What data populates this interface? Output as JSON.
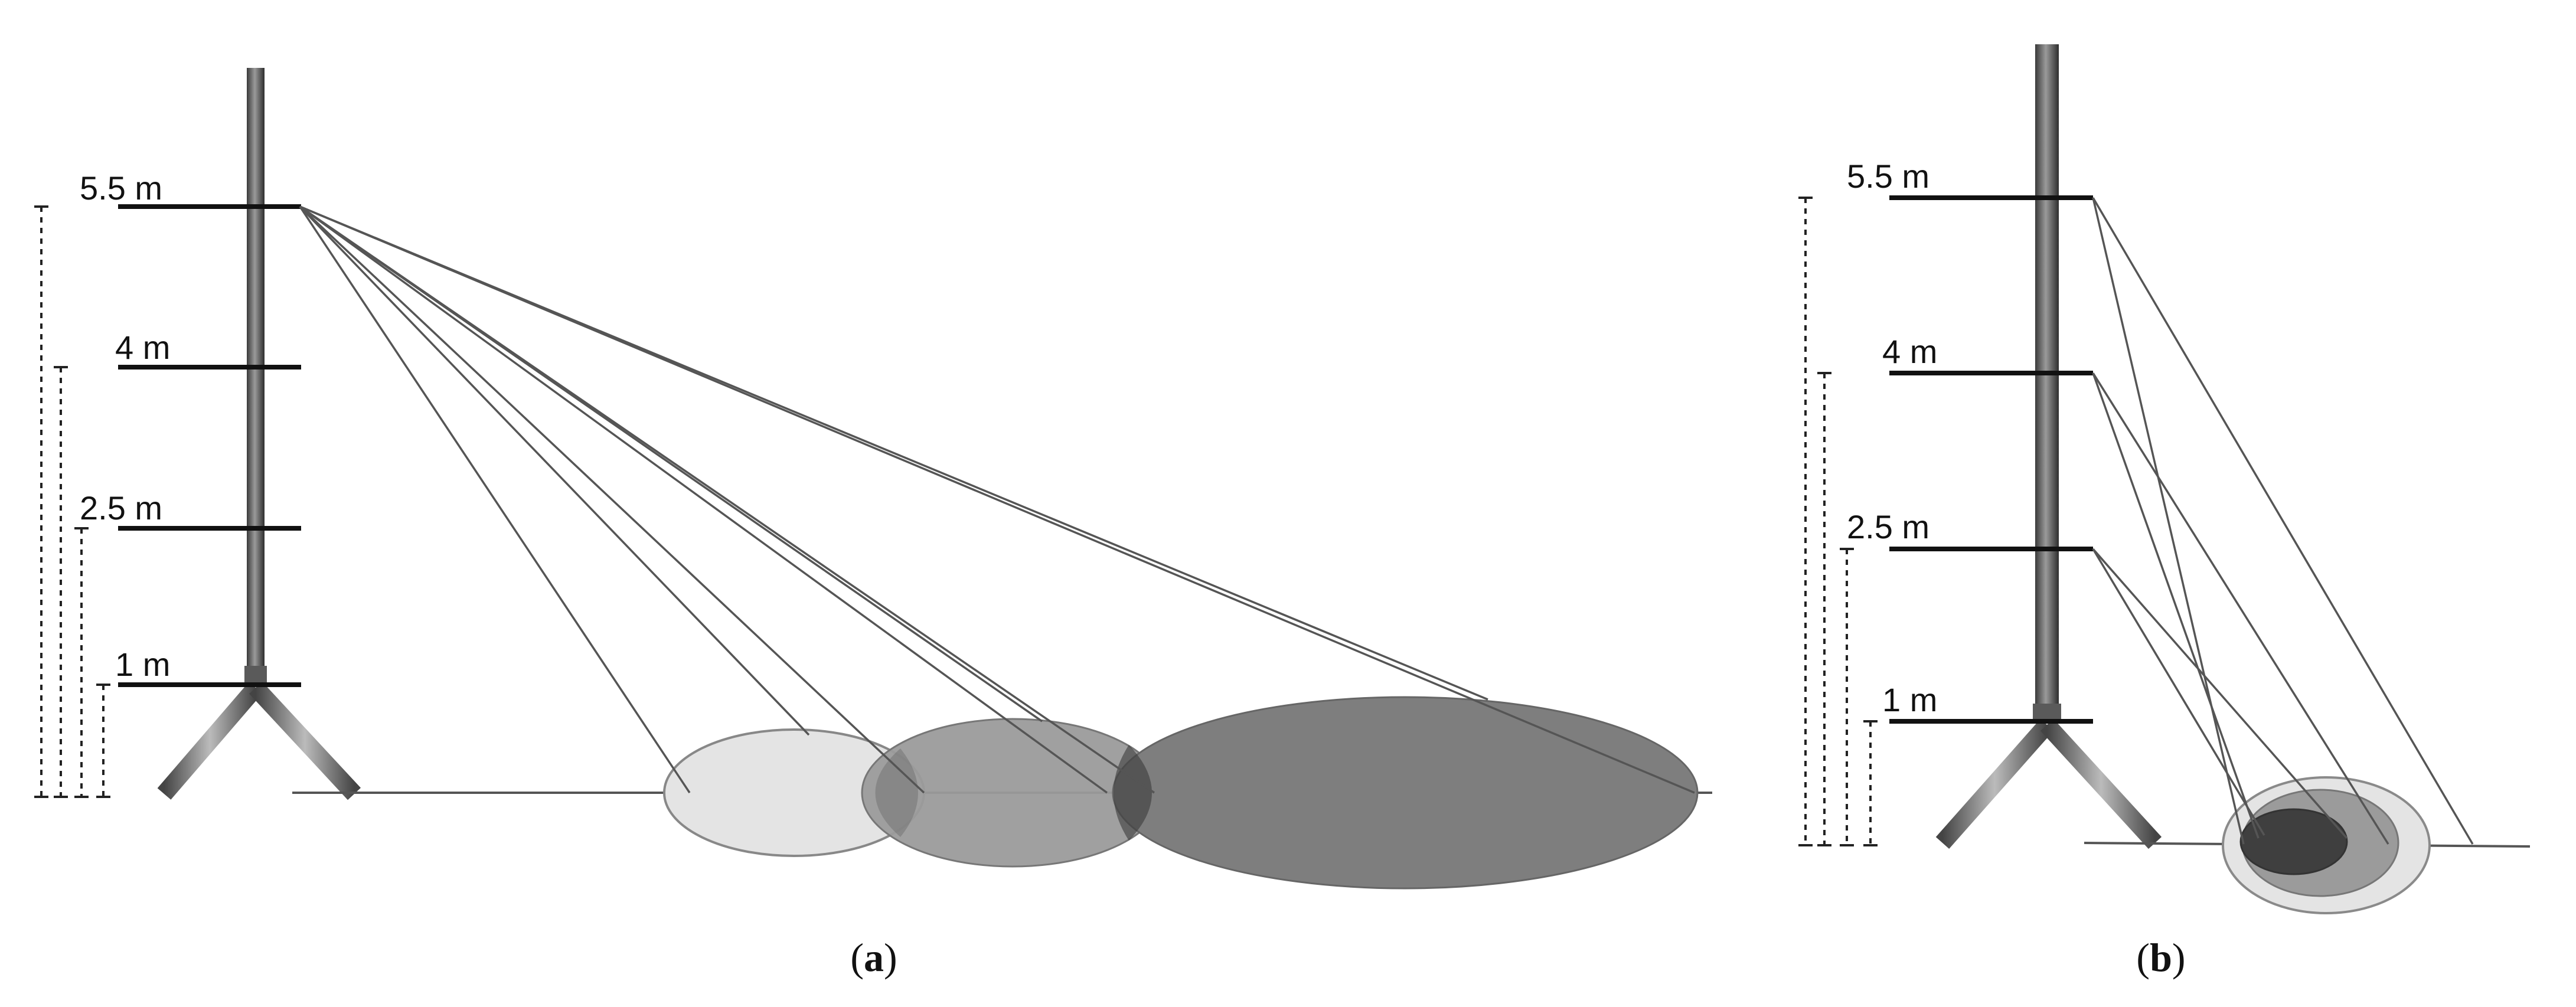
{
  "panel_a": {
    "caption_open": "(",
    "caption_letter": "a",
    "caption_close": ")",
    "heights": [
      {
        "id": "h55",
        "label": "5.5 m"
      },
      {
        "id": "h40",
        "label": "4 m"
      },
      {
        "id": "h25",
        "label": "2.5 m"
      },
      {
        "id": "h10",
        "label": "1 m"
      }
    ]
  },
  "panel_b": {
    "caption_open": "(",
    "caption_letter": "b",
    "caption_close": ")",
    "heights": [
      {
        "id": "h55",
        "label": "5.5 m"
      },
      {
        "id": "h40",
        "label": "4 m"
      },
      {
        "id": "h25",
        "label": "2.5 m"
      },
      {
        "id": "h10",
        "label": "1 m"
      }
    ]
  },
  "colors": {
    "pole": "#6f6f6f",
    "line": "#555555",
    "ellipse_light": "#e4e4e4",
    "ellipse_mid": "#9a9a9a",
    "ellipse_dark": "#7e7e7e"
  }
}
